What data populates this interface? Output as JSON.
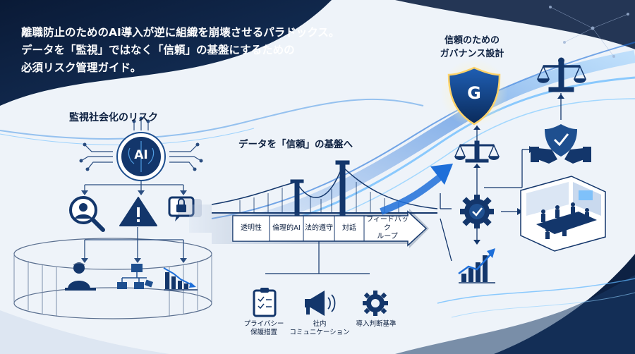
{
  "title": {
    "line1": "離職防止のためのAI導入が逆に組織を崩壊させるパラドックス。",
    "line2": "データを「監視」ではなく「信頼」の基盤にするための",
    "line3": "必須リスク管理ガイド。"
  },
  "risk_section": {
    "heading": "監視社会化のリスク",
    "ai_label": "AI"
  },
  "bridge_section": {
    "heading": "データを「信頼」の基盤へ",
    "pillars": [
      "透明性",
      "倫理的AI",
      "法的遵守",
      "対話"
    ],
    "arrow_tip_line1": "フィードバック",
    "arrow_tip_line2": "ループ"
  },
  "bottom_items": [
    {
      "line1": "プライバシー",
      "line2": "保護措置"
    },
    {
      "line1": "社内",
      "line2": "コミュニケーション"
    },
    {
      "line1": "導入判断基準",
      "line2": ""
    }
  ],
  "governance_section": {
    "heading_line1": "信頼のための",
    "heading_line2": "ガバナンス設計",
    "shield_letter": "G"
  },
  "colors": {
    "navy": "#0c1f3f",
    "blue": "#1e6fd9",
    "light_blue": "#5fb7ff",
    "steel": "#3d5a80"
  }
}
